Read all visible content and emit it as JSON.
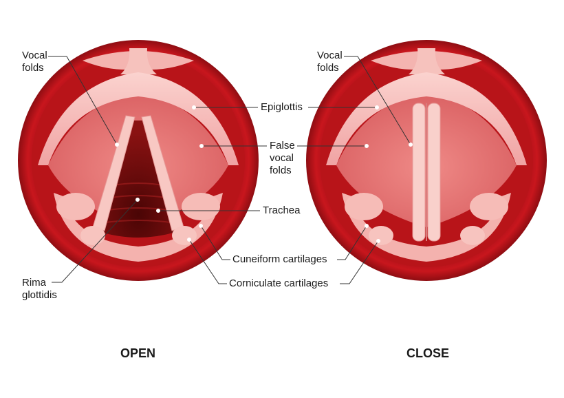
{
  "labels": {
    "vocal_folds_left": "Vocal\nfolds",
    "vocal_folds_right": "Vocal\nfolds",
    "epiglottis": "Epiglottis",
    "false_vocal_folds": "False\nvocal\nfolds",
    "trachea": "Trachea",
    "cuneiform": "Cuneiform cartilages",
    "corniculate": "Corniculate cartilages",
    "rima": "Rima\nglottidis"
  },
  "states": {
    "open": "OPEN",
    "close": "CLOSE"
  },
  "colors": {
    "outer_ring": "#c8161d",
    "outer_ring_dark": "#8e0d12",
    "tissue": "#f2a7a7",
    "tissue_light": "#f9c9c5",
    "cavity": "#e46f6f",
    "airway": "#6b0a0a",
    "line": "#333333"
  }
}
